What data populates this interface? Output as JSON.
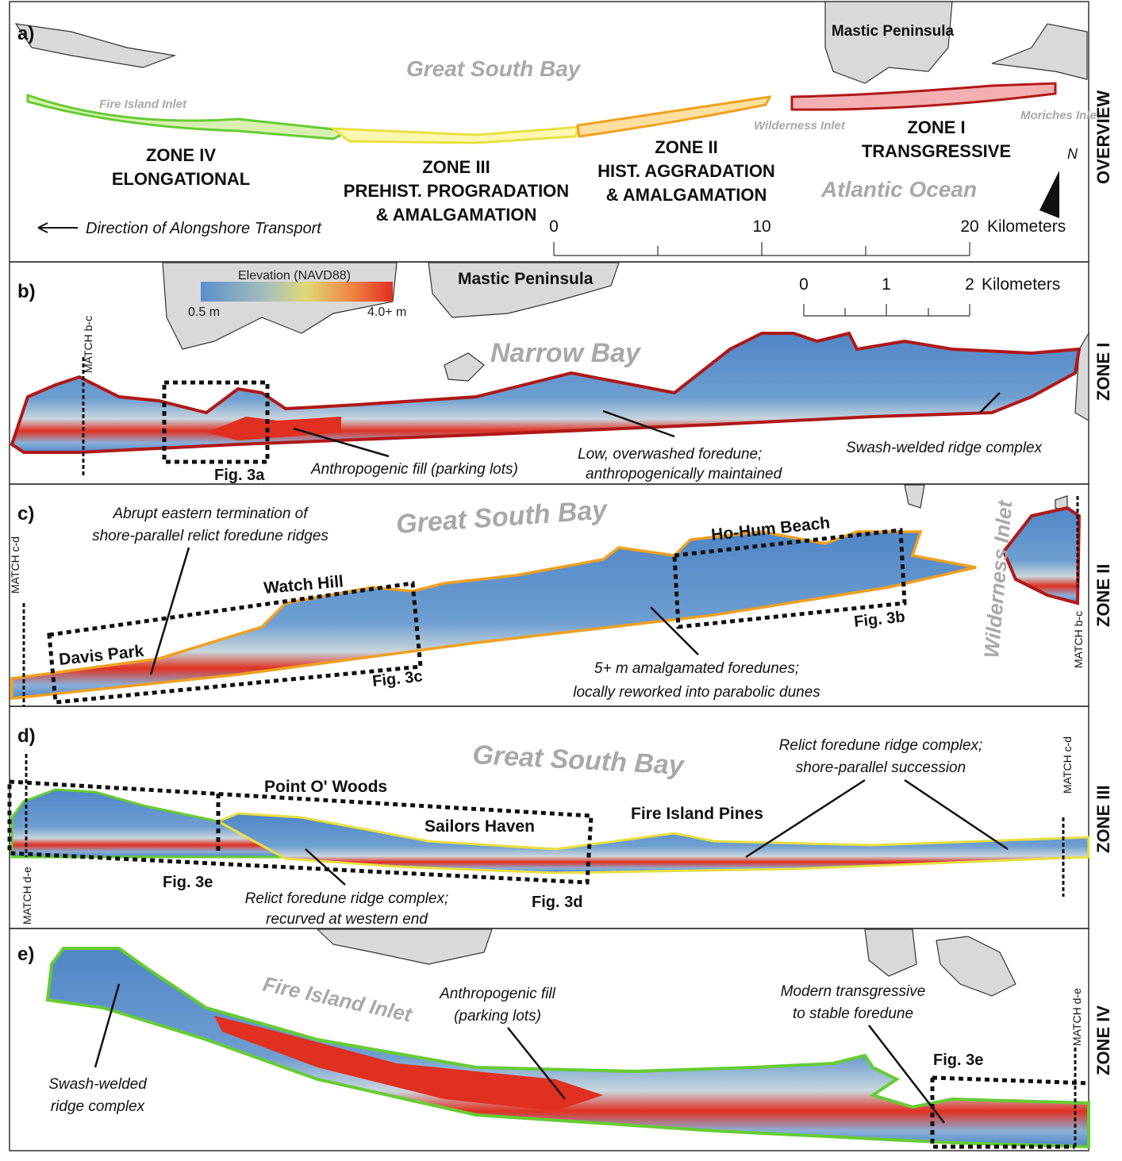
{
  "colors": {
    "zone1": "#b01818",
    "zone2": "#f0a020",
    "zone3": "#e8e040",
    "zone4": "#66cc33",
    "low": "#5b8fcc",
    "high": "#e03020"
  },
  "panel_a": {
    "letter": "a)",
    "side": "OVERVIEW",
    "great_south_bay": "Great South Bay",
    "mastic": "Mastic Peninsula",
    "atlantic": "Atlantic Ocean",
    "fire_island_inlet": "Fire Island Inlet",
    "wilderness_inlet": "Wilderness Inlet",
    "moriches_inlet": "Moriches Inlet",
    "zone4": [
      "ZONE IV",
      "ELONGATIONAL"
    ],
    "zone3": [
      "ZONE III",
      "PREHIST. PROGRADATION",
      "& AMALGAMATION"
    ],
    "zone2": [
      "ZONE II",
      "HIST. AGGRADATION",
      "& AMALGAMATION"
    ],
    "zone1": [
      "ZONE I",
      "TRANSGRESSIVE"
    ],
    "transport": "Direction of Alongshore Transport",
    "north": "N",
    "scale": [
      "0",
      "10",
      "20"
    ],
    "scale_unit": "Kilometers"
  },
  "panel_b": {
    "letter": "b)",
    "side": "ZONE I",
    "legend_title": "Elevation (NAVD88)",
    "legend_min": "0.5 m",
    "legend_max": "4.0+ m",
    "mastic": "Mastic Peninsula",
    "narrow_bay": "Narrow Bay",
    "match": "MATCH b-c",
    "scale": [
      "0",
      "1",
      "2"
    ],
    "scale_unit": "Kilometers",
    "fig": "Fig. 3a",
    "ann1": "Anthropogenic fill (parking lots)",
    "ann2": [
      "Low, overwashed foredune;",
      "anthropogenically maintained"
    ],
    "ann3": "Swash-welded ridge complex"
  },
  "panel_c": {
    "letter": "c)",
    "side": "ZONE II",
    "great_south_bay": "Great South Bay",
    "wilderness_inlet": "Wilderness Inlet",
    "match_left": "MATCH c-d",
    "match_right": "MATCH b-c",
    "ann1": [
      "Abrupt eastern termination of",
      "shore-parallel relict foredune ridges"
    ],
    "watch_hill": "Watch Hill",
    "davis_park": "Davis Park",
    "ho_hum": "Ho-Hum Beach",
    "fig3b": "Fig. 3b",
    "fig3c": "Fig. 3c",
    "ann2": [
      "5+ m amalgamated foredunes;",
      "locally reworked into parabolic dunes"
    ]
  },
  "panel_d": {
    "letter": "d)",
    "side": "ZONE III",
    "great_south_bay": "Great South Bay",
    "match_left": "MATCH d-e",
    "match_right": "MATCH c-d",
    "point_o_woods": "Point O' Woods",
    "sailors_haven": "Sailors Haven",
    "fire_island_pines": "Fire Island Pines",
    "fig3e": "Fig. 3e",
    "fig3d": "Fig. 3d",
    "ann1": [
      "Relict foredune ridge complex;",
      "recurved at western end"
    ],
    "ann2": [
      "Relict foredune ridge complex;",
      "shore-parallel succession"
    ]
  },
  "panel_e": {
    "letter": "e)",
    "side": "ZONE IV",
    "fire_island_inlet": "Fire Island Inlet",
    "match": "MATCH d-e",
    "fig3e": "Fig. 3e",
    "ann1": [
      "Swash-welded",
      "ridge complex"
    ],
    "ann2": [
      "Anthropogenic fill",
      "(parking lots)"
    ],
    "ann3": [
      "Modern transgressive",
      "to stable foredune"
    ]
  }
}
